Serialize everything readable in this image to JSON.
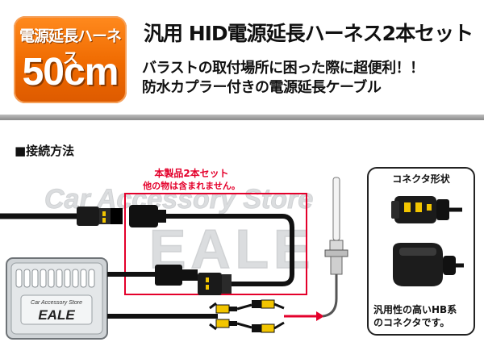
{
  "badge": {
    "top_text": "電源延長ハーネス",
    "main_text": "50cm"
  },
  "header": {
    "title": "汎用 HID電源延長ハーネス2本セット",
    "subtitle_line1": "バラストの取付場所に困った際に超便利！！",
    "subtitle_line2": "防水カプラー付きの電源延長ケーブル"
  },
  "section": {
    "title": "■接続方法"
  },
  "product_note": {
    "line1": "本製品2本セット",
    "line2": "他の物は含まれません。"
  },
  "connector_panel": {
    "title": "コネクタ形状",
    "desc_line1": "汎用性の高いHB系",
    "desc_line2": "のコネクタです。"
  },
  "ballast": {
    "brand_small": "Car Accessory Store",
    "brand": "EALE"
  },
  "watermark": {
    "line1": "Car Accessory Store",
    "line2": "EALE"
  },
  "colors": {
    "badge_orange": "#ef6a00",
    "highlight_red": "#e4002b",
    "header_rule_gray": "#9a9a9a",
    "connector_yellow": "#f2c500"
  }
}
